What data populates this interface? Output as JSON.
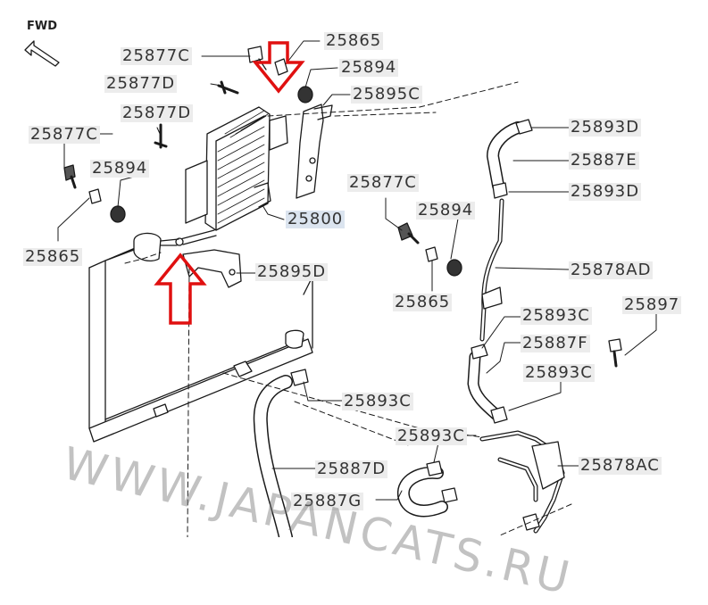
{
  "fwd_label": "FWD",
  "watermark": "WWW.JAPANCATS.RU",
  "highlight_color": "#e01010",
  "labels": {
    "l25865_top": "25865",
    "l25877C_top": "25877C",
    "l25894_top": "25894",
    "l25877D_a": "25877D",
    "l25895C": "25895C",
    "l25877D_b": "25877D",
    "l25877C_left": "25877C",
    "l25894_left": "25894",
    "l25865_left": "25865",
    "l25800": "25800",
    "l25895D": "25895D",
    "l25893D_a": "25893D",
    "l25887E": "25887E",
    "l25893D_b": "25893D",
    "l25877C_mid": "25877C",
    "l25894_mid": "25894",
    "l25878AD": "25878AD",
    "l25865_mid": "25865",
    "l25893C_a": "25893C",
    "l25897": "25897",
    "l25887F": "25887F",
    "l25893C_b": "25893C",
    "l25893C_c": "25893C",
    "l25893C_d": "25893C",
    "l25887D": "25887D",
    "l25878AC": "25878AC",
    "l25887G": "25887G"
  }
}
